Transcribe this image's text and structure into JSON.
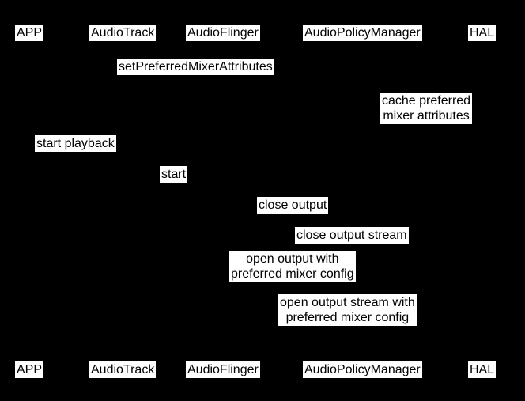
{
  "diagram": {
    "kind": "sequence-diagram",
    "colors": {
      "background": "#000000",
      "label_background": "#ffffff",
      "label_text": "#000000"
    },
    "participants": [
      "APP",
      "AudioTrack",
      "AudioFlinger",
      "AudioPolicyManager",
      "HAL"
    ],
    "messages": {
      "set_preferred_mixer_attributes": "setPreferredMixerAttributes",
      "cache_preferred_mixer_attributes": "cache preferred\nmixer attributes",
      "start_playback": "start playback",
      "start": "start",
      "close_output": "close output",
      "close_output_stream": "close output stream",
      "open_output_with_preferred_mixer_config": "open output with\npreferred mixer config",
      "open_output_stream_with_preferred_mixer_config": "open output stream with\npreferred mixer config"
    }
  }
}
